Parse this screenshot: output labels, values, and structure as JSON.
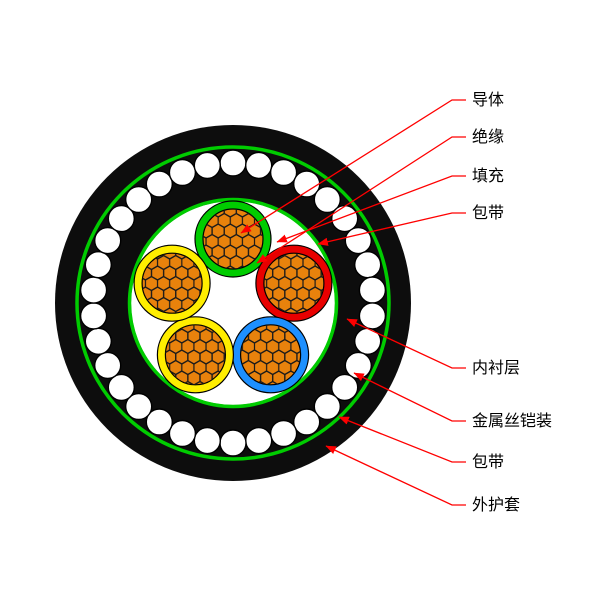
{
  "diagram": {
    "type": "cable-cross-section",
    "labels": [
      {
        "id": "conductor",
        "text": "导体"
      },
      {
        "id": "insulation",
        "text": "绝缘"
      },
      {
        "id": "filling",
        "text": "填充"
      },
      {
        "id": "tape-inner",
        "text": "包带"
      },
      {
        "id": "inner-lining",
        "text": "内衬层"
      },
      {
        "id": "wire-armor",
        "text": "金属丝铠装"
      },
      {
        "id": "tape-outer",
        "text": "包带"
      },
      {
        "id": "outer-sheath",
        "text": "外护套"
      }
    ],
    "colors": {
      "background": "#ffffff",
      "sheath": "#0d0d0d",
      "tape": "#00cc00",
      "armor_wire_fill": "#ffffff",
      "armor_wire_stroke": "#000000",
      "filling": "#ffffff",
      "conductor": "#e8820c",
      "conductor_grid": "#1a1a1a",
      "leader": "#ff0000",
      "label_text": "#000000",
      "insulation": [
        "#00cc00",
        "#e80000",
        "#1e90ff",
        "#ffee00",
        "#ffee00"
      ]
    }
  }
}
